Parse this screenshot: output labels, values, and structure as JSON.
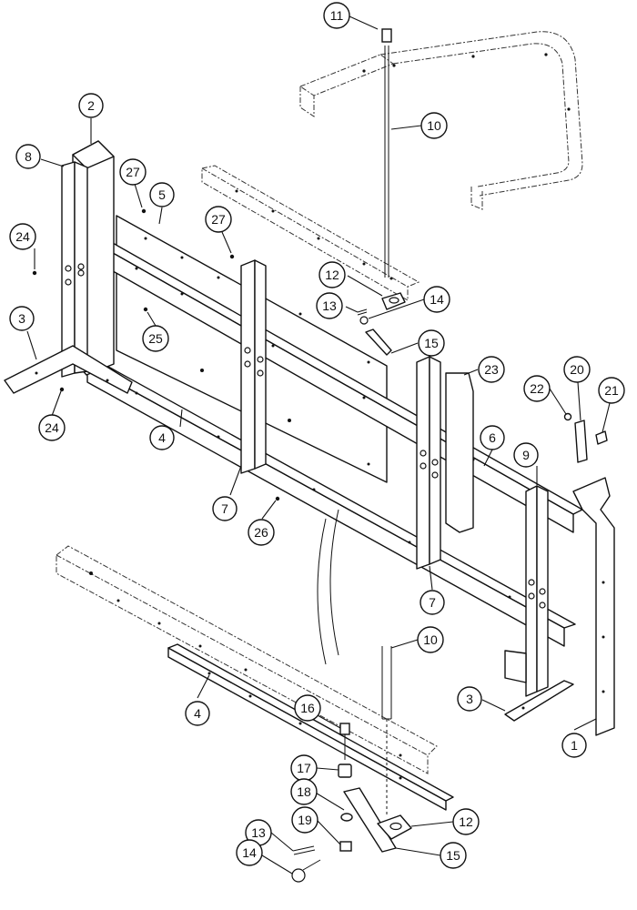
{
  "diagram": {
    "callouts": [
      {
        "id": "c11",
        "label": "11"
      },
      {
        "id": "c10a",
        "label": "10"
      },
      {
        "id": "c2",
        "label": "2"
      },
      {
        "id": "c8",
        "label": "8"
      },
      {
        "id": "c27a",
        "label": "27"
      },
      {
        "id": "c5",
        "label": "5"
      },
      {
        "id": "c27b",
        "label": "27"
      },
      {
        "id": "c24a",
        "label": "24"
      },
      {
        "id": "c12a",
        "label": "12"
      },
      {
        "id": "c13a",
        "label": "13"
      },
      {
        "id": "c14a",
        "label": "14"
      },
      {
        "id": "c25",
        "label": "25"
      },
      {
        "id": "c3a",
        "label": "3"
      },
      {
        "id": "c15a",
        "label": "15"
      },
      {
        "id": "c23",
        "label": "23"
      },
      {
        "id": "c20",
        "label": "20"
      },
      {
        "id": "c22",
        "label": "22"
      },
      {
        "id": "c21",
        "label": "21"
      },
      {
        "id": "c24b",
        "label": "24"
      },
      {
        "id": "c4a",
        "label": "4"
      },
      {
        "id": "c6",
        "label": "6"
      },
      {
        "id": "c9",
        "label": "9"
      },
      {
        "id": "c7a",
        "label": "7"
      },
      {
        "id": "c26",
        "label": "26"
      },
      {
        "id": "c7b",
        "label": "7"
      },
      {
        "id": "c10b",
        "label": "10"
      },
      {
        "id": "c3b",
        "label": "3"
      },
      {
        "id": "c4b",
        "label": "4"
      },
      {
        "id": "c16",
        "label": "16"
      },
      {
        "id": "c1",
        "label": "1"
      },
      {
        "id": "c17",
        "label": "17"
      },
      {
        "id": "c18",
        "label": "18"
      },
      {
        "id": "c12b",
        "label": "12"
      },
      {
        "id": "c13b",
        "label": "13"
      },
      {
        "id": "c19",
        "label": "19"
      },
      {
        "id": "c14b",
        "label": "14"
      },
      {
        "id": "c15b",
        "label": "15"
      }
    ]
  }
}
